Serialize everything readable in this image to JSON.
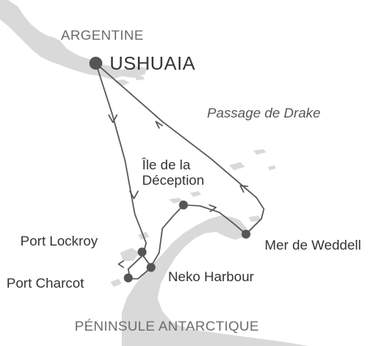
{
  "labels": {
    "argentine": "ARGENTINE",
    "ushuaia": "USHUAIA",
    "drake": "Passage de Drake",
    "deception_line1": "Île de la",
    "deception_line2": "Déception",
    "lockroy": "Port Lockroy",
    "weddell": "Mer de Weddell",
    "neko": "Neko Harbour",
    "charcot": "Port Charcot",
    "peninsula": "PÉNINSULE ANTARCTIQUE"
  },
  "colors": {
    "land": "#d9d9d9",
    "route": "#555555",
    "stop": "#555555",
    "text": "#333333"
  }
}
